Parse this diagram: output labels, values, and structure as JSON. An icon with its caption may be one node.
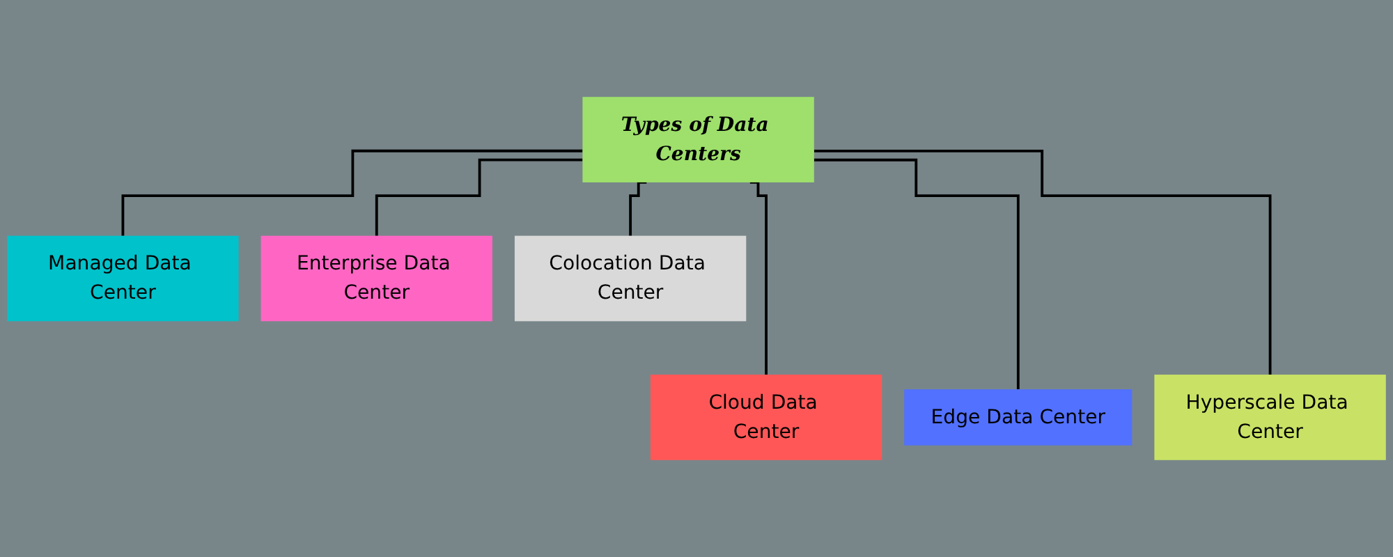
{
  "diagram": {
    "nodes": [
      {
        "text": [
          "Types of Data Centers"
        ]
      },
      {
        "text": [
          "Managed Data Center"
        ]
      },
      {
        "text": [
          "Cloud Data Center"
        ]
      },
      {
        "text": [
          "Enterprise Data Center"
        ]
      },
      {
        "text": [
          "Edge Data Center"
        ]
      },
      {
        "text": [
          "Colocation Data Center"
        ]
      },
      {
        "text": [
          "Hyperscale Data Center"
        ]
      }
    ],
    "edges": [
      {
        "from": 0,
        "to": 1,
        "arrow": "none"
      },
      {
        "from": 0,
        "to": 2,
        "arrow": "none"
      },
      {
        "from": 0,
        "to": 3,
        "arrow": "none"
      },
      {
        "from": 0,
        "to": 4,
        "arrow": "none"
      },
      {
        "from": 0,
        "to": 5,
        "arrow": "none"
      },
      {
        "from": 0,
        "to": 6,
        "arrow": "none"
      }
    ]
  }
}
